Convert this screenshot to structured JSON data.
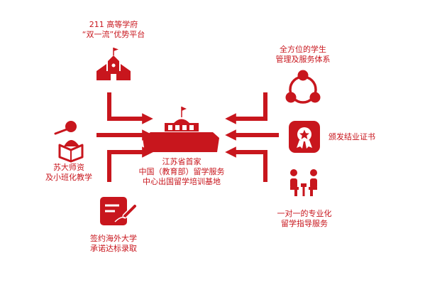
{
  "colors": {
    "accent": "#c8161d",
    "background": "#ffffff"
  },
  "nodes": {
    "top_left": {
      "icon": "school-building-icon",
      "lines": [
        "211 高等学府",
        "“双一流”优势平台"
      ]
    },
    "mid_left": {
      "icon": "teacher-reading-icon",
      "lines": [
        "苏大师资",
        "及小班化教学"
      ]
    },
    "bottom_left": {
      "icon": "signed-document-icon",
      "lines": [
        "签约海外大学",
        "承诺达标录取"
      ]
    },
    "center": {
      "icon": "government-building-icon",
      "lines": [
        "江苏省首家",
        "中国（教育部）留学服务",
        "中心出国留学培训基地"
      ]
    },
    "top_right": {
      "icon": "people-network-icon",
      "lines": [
        "全方位的学生",
        "管理及服务体系"
      ]
    },
    "mid_right": {
      "icon": "certificate-medal-icon",
      "lines": [
        "颁发结业证书"
      ]
    },
    "bottom_right": {
      "icon": "one-on-one-meeting-icon",
      "lines": [
        "一对一的专业化",
        "留学指导服务"
      ]
    }
  }
}
